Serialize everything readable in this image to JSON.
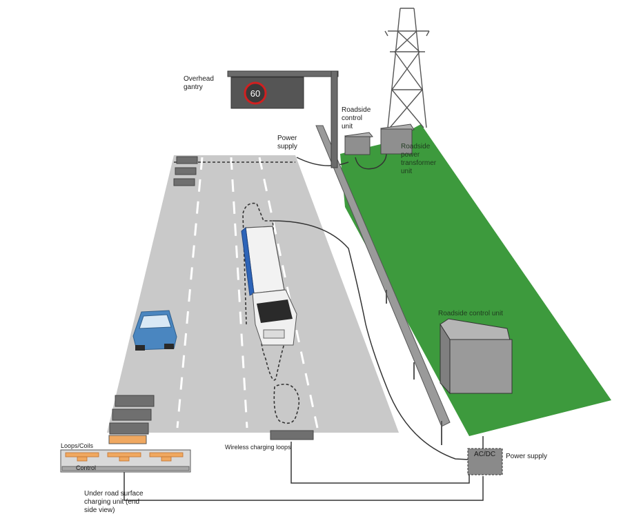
{
  "labels": {
    "overhead_gantry": "Overhead\ngantry",
    "gantry_sign_value": "60",
    "roadside_control_unit_top": "Roadside\ncontrol\nunit",
    "power_supply_top": "Power\nsupply",
    "roadside_power_transformer_unit": "Roadside\npower\ntransformer\nunit",
    "roadside_control_unit_main": "Roadside control unit",
    "ac_dc": "AC/DC",
    "power_supply_bottom": "Power supply",
    "wireless_charging_loops": "Wireless charging loops",
    "loops_coils": "Loops/Coils",
    "control": "Control",
    "under_road_unit": "Under road surface\ncharging unit (end\nside view)"
  },
  "colors": {
    "road": "#c9c9c9",
    "green_verge": "#3d9a3d",
    "coil_orange": "#f0a860",
    "box_grey": "#8f8f8f",
    "truck_trailer_blue": "#2d64b8",
    "car_blue": "#4a86c0",
    "sign_ring": "#d02020"
  },
  "icons": [
    "pylon-icon",
    "gantry-sign-icon",
    "truck-icon",
    "car-icon"
  ]
}
